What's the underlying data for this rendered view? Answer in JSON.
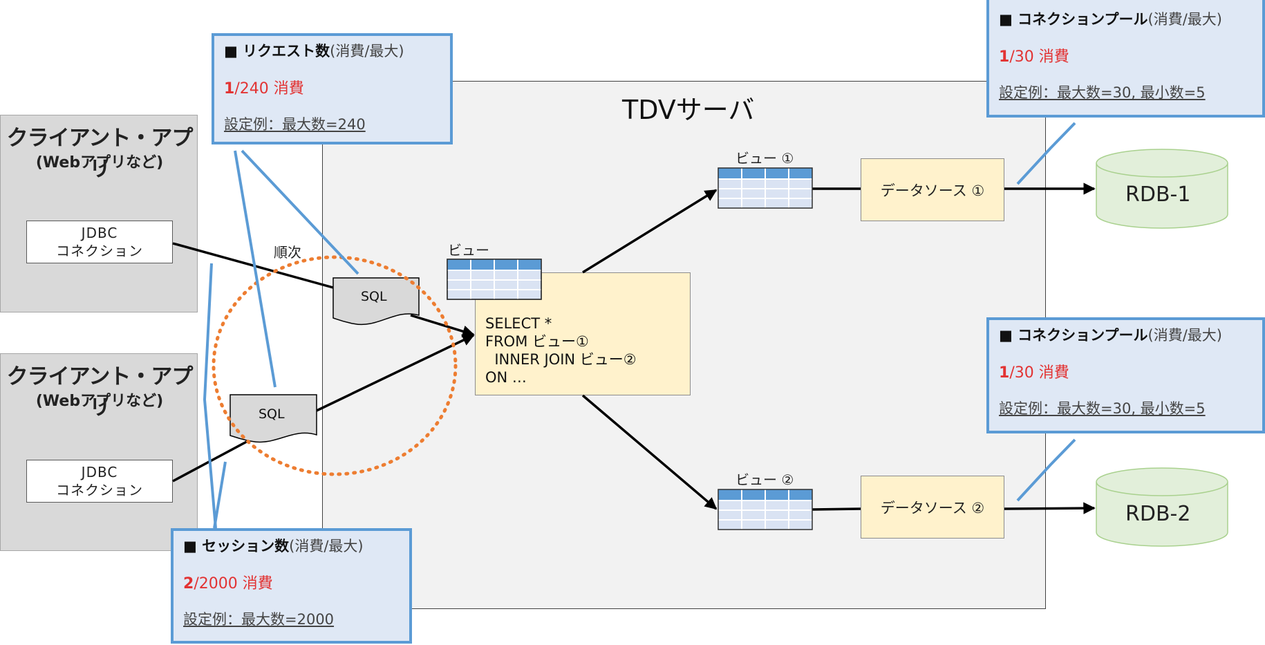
{
  "server": {
    "title": "TDVサーバ"
  },
  "clients": [
    {
      "title": "クライアント・アプリ",
      "subtitle": "(Webアプリなど)",
      "jdbc_line1": "JDBC",
      "jdbc_line2": "コネクション"
    },
    {
      "title": "クライアント・アプリ",
      "subtitle": "(Webアプリなど)",
      "jdbc_line1": "JDBC",
      "jdbc_line2": "コネクション"
    }
  ],
  "request_box": {
    "heading": "■ リクエスト数",
    "heading_paren": "(消費/最大)",
    "used": "1",
    "rest": "/240 消費",
    "setting": "設定例：最大数=240"
  },
  "session_box": {
    "heading": "■ セッション数",
    "heading_paren": "(消費/最大)",
    "used": "2",
    "rest": "/2000 消費",
    "setting": "設定例：最大数=2000"
  },
  "pool_boxes": [
    {
      "heading": "■ コネクションプール",
      "heading_paren": "(消費/最大)",
      "used": "1",
      "rest": "/30 消費",
      "setting": "設定例：最大数=30, 最小数=5"
    },
    {
      "heading": "■ コネクションプール",
      "heading_paren": "(消費/最大)",
      "used": "1",
      "rest": "/30 消費",
      "setting": "設定例：最大数=30, 最小数=5"
    }
  ],
  "sequential_label": "順次",
  "sql_label": "SQL",
  "view_main_label": "ビュー",
  "view1_label": "ビュー ①",
  "view2_label": "ビュー ②",
  "query_lines": [
    "SELECT *",
    "FROM ビュー①",
    "  INNER JOIN ビュー②",
    "ON …"
  ],
  "datasources": [
    "データソース ①",
    "データソース ②"
  ],
  "rdbs": [
    "RDB-1",
    "RDB-2"
  ],
  "colors": {
    "accent_blue": "#5b9bd5",
    "info_bg": "#dfe8f5",
    "usage_red": "#e23333",
    "orange_dotted": "#ed7d31",
    "yellow_box": "#fff2cc",
    "rdb_green": "#e2efda"
  }
}
